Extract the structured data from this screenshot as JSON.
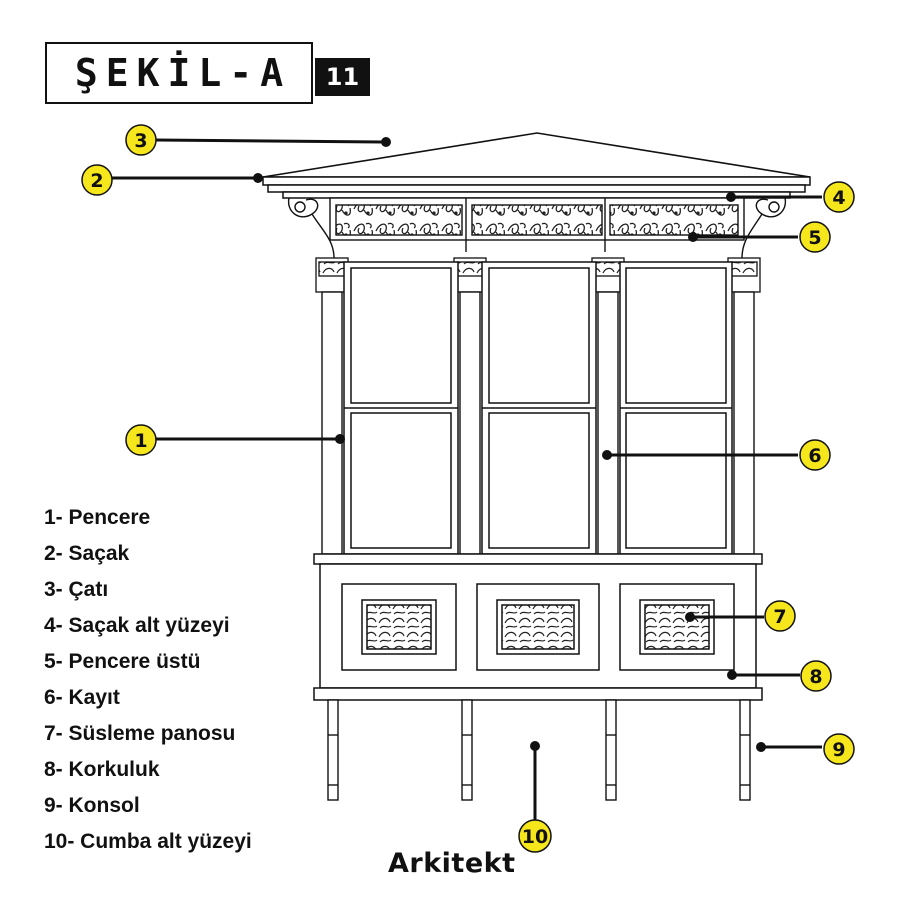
{
  "title": "ŞEKİL-A",
  "figure_number": "11",
  "legend": [
    {
      "num": "1",
      "text": "1- Pencere"
    },
    {
      "num": "2",
      "text": "2- Saçak"
    },
    {
      "num": "3",
      "text": "3- Çatı"
    },
    {
      "num": "4",
      "text": "4- Saçak alt yüzeyi"
    },
    {
      "num": "5",
      "text": "5- Pencere üstü"
    },
    {
      "num": "6",
      "text": "6- Kayıt"
    },
    {
      "num": "7",
      "text": "7- Süsleme panosu"
    },
    {
      "num": "8",
      "text": "8- Korkuluk"
    },
    {
      "num": "9",
      "text": "9- Konsol"
    },
    {
      "num": "10",
      "text": "10- Cumba alt yüzeyi"
    }
  ],
  "callout_labels": [
    "1",
    "2",
    "3",
    "4",
    "5",
    "6",
    "7",
    "8",
    "9",
    "10"
  ],
  "brand": "Arkitekt",
  "colors": {
    "callout_fill": "#f6e61c",
    "line": "#111111",
    "background": "#ffffff"
  }
}
